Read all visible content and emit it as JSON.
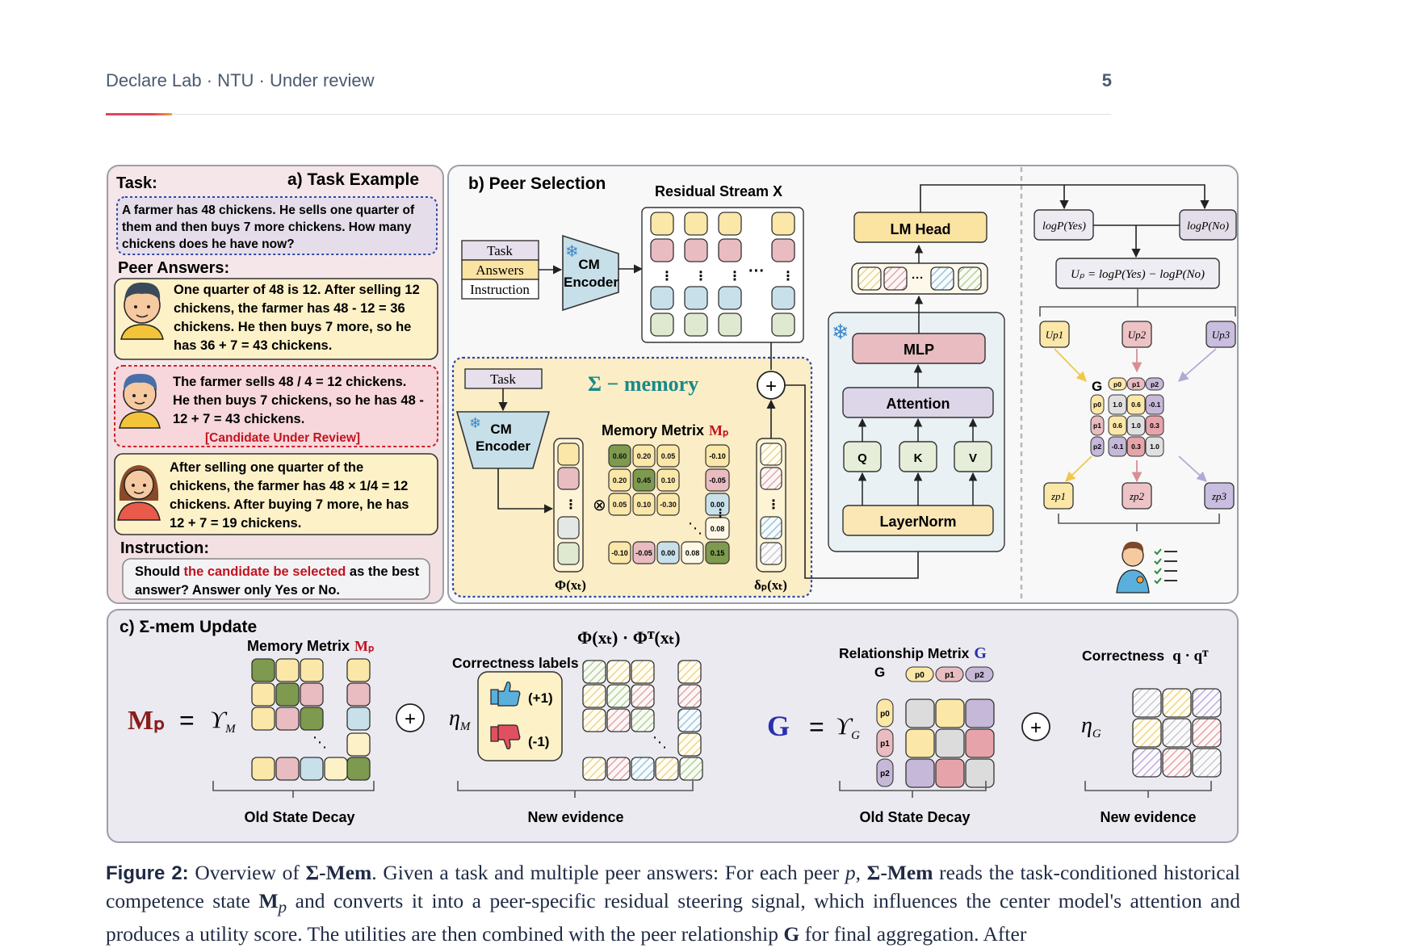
{
  "header": {
    "left": "Declare Lab · NTU · Under review",
    "page_number": "5"
  },
  "panel_a": {
    "title": "a) Task Example",
    "task_label": "Task:",
    "task_lines": [
      "A farmer has 48 chickens. He sells one quarter of",
      "them and then buys 7 more chickens. How many",
      "chickens does he have now?"
    ],
    "peer_label": "Peer Answers:",
    "answer1": [
      "One quarter of 48 is 12. After selling 12",
      "chickens, the farmer has 48 - 12 = 36",
      "chickens. He then buys 7 more, so he",
      "has 36 + 7 = 43 chickens."
    ],
    "answer2": [
      "The farmer sells 48 / 4 = 12 chickens.",
      "He then buys 7 chickens, so he has 48 -",
      "12 + 7 = 43 chickens."
    ],
    "answer2_tag": "[Candidate Under Review]",
    "answer3": [
      "After selling one quarter of the",
      "chickens, the farmer has 48 × 1/4 = 12",
      "chickens. After buying 7 more, he has",
      "12 + 7 = 19 chickens."
    ],
    "instruction_label": "Instruction:",
    "instruction_pre": "Should ",
    "instruction_red": "the candidate be selected",
    "instruction_post": " as the best",
    "instruction_line2": "answer? Answer only Yes or No."
  },
  "panel_b": {
    "title": "b) Peer Selection",
    "residual_stream": "Residual Stream  X",
    "stack": [
      "Task",
      "Answers",
      "Instruction"
    ],
    "cm_encoder": [
      "CM",
      "Encoder"
    ],
    "ellipsis": "···",
    "sigma_memory": "Σ − memory",
    "memory_task": "Task",
    "memory_metrix": "Memory Metrix",
    "memory_metrix_sym": "Mₚ",
    "phi_label": "Φ(xₜ)",
    "delta_label": "δₚ(xₜ)",
    "otimes": "⊗",
    "oplus": "+",
    "matrix": [
      [
        "0.60",
        "0.20",
        "0.05"
      ],
      [
        "0.20",
        "0.45",
        "0.10"
      ],
      [
        "0.05",
        "0.10",
        "-0.30"
      ]
    ],
    "matrix_col": [
      "-0.10",
      "-0.05",
      "0.00",
      "0.08",
      "0.15"
    ],
    "matrix_row": [
      "-0.10",
      "-0.05",
      "0.00",
      "0.08"
    ],
    "lm_head": "LM Head",
    "mlp": "MLP",
    "attention": "Attention",
    "q": "Q",
    "k": "K",
    "v": "V",
    "layernorm": "LayerNorm",
    "logp_yes": "logP(Yes)",
    "logp_no": "logP(No)",
    "utility": "Uₚ = logP(Yes) − logP(No)",
    "u_nodes": [
      "Up1",
      "Up2",
      "Up3"
    ],
    "g_label": "G",
    "g_heads": [
      "p0",
      "p1",
      "p2"
    ],
    "g_matrix": [
      [
        "1.0",
        "0.6",
        "-0.1"
      ],
      [
        "0.6",
        "1.0",
        "0.3"
      ],
      [
        "-0.1",
        "0.3",
        "1.0"
      ]
    ],
    "z_nodes": [
      "zp1",
      "zp2",
      "zp3"
    ]
  },
  "panel_c": {
    "title": "c)  Σ-mem Update",
    "memory_metrix": "Memory Metrix",
    "memory_metrix_sym": "Mₚ",
    "mp": "Mₚ",
    "equals": "=",
    "gamma_m": "ϒ",
    "gamma_m_sub": "M",
    "eta_m": "η",
    "eta_m_sub": "M",
    "phi_outer": "Φ(xₜ) · Φᵀ(xₜ)",
    "correctness_labels": "Correctness labels",
    "plus1": "(+1)",
    "minus1": "(-1)",
    "old_state_decay": "Old State Decay",
    "new_evidence": "New evidence",
    "relationship_metrix": "Relationship Metrix",
    "relationship_sym": "G",
    "g": "G",
    "gamma_g": "ϒ",
    "gamma_g_sub": "G",
    "eta_g": "η",
    "eta_g_sub": "G",
    "correctness": "Correctness",
    "qqt": "q · qᵀ",
    "old_state_decay_2": "Old State Decay",
    "new_evidence_2": "New evidence",
    "g_heads": [
      "p0",
      "p1",
      "p2"
    ]
  },
  "caption": {
    "label": "Figure 2:",
    "s1": " Overview of ",
    "b1": "Σ-Mem",
    "s2": ". Given a task and multiple peer answers: For each peer ",
    "i1": "p",
    "s3": ", ",
    "b2": "Σ-Mem",
    "s4": " reads the task-conditioned historical competence state ",
    "b3": "M",
    "i2": "p",
    "s5": " and converts it into a peer-specific residual steering signal, which influences the center model's attention and produces a utility score. The utilities are then combined with the peer relationship ",
    "b4": "G",
    "s6": " for final aggregation. After"
  },
  "colors": {
    "yellow": "#fbe7a8",
    "pink": "#e8bcc0",
    "blue": "#c8e0ea",
    "green": "#dfe9d0",
    "olive": "#7e9a4e",
    "purple": "#c6b8d8",
    "accent_red": "#c0392b",
    "teal": "#168a8a",
    "navy": "#2a2fb0"
  }
}
